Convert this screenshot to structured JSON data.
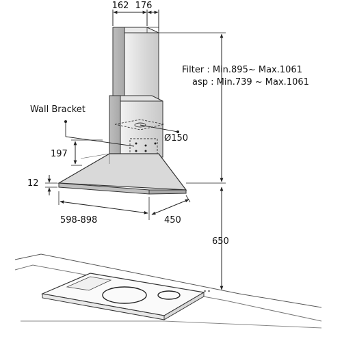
{
  "dimensions": {
    "chimney_width": "162",
    "chimney_depth": "176",
    "filter_height": "Filter : Min.895~ Max.1061",
    "asp_height": "asp : Min.739 ~ Max.1061",
    "wall_bracket": "Wall Bracket",
    "duct_diameter": "Ø150",
    "bracket_height": "197",
    "canopy_edge": "12",
    "hood_width": "598-898",
    "hood_depth": "450",
    "hob_clearance": "650"
  }
}
